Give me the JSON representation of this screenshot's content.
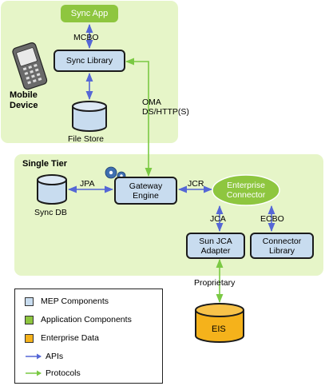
{
  "device": {
    "sync_app": "Sync App",
    "mcbo": "MCBO",
    "sync_library": "Sync Library",
    "mobile_device": [
      "Mobile",
      "Device"
    ],
    "file_store": "File Store"
  },
  "protocol_label": [
    "OMA",
    "DS/HTTP(S)"
  ],
  "tier": {
    "title": "Single Tier",
    "sync_db": "Sync DB",
    "jpa": "JPA",
    "gateway_engine": [
      "Gateway",
      "Engine"
    ],
    "jcr": "JCR",
    "enterprise_connector": [
      "Enterprise",
      "Connector"
    ],
    "jca": "JCA",
    "ecbo": "ECBO",
    "sun_jca_adapter": [
      "Sun JCA",
      "Adapter"
    ],
    "connector_library": [
      "Connector",
      "Library"
    ]
  },
  "proprietary": "Proprietary",
  "eis": "EIS",
  "legend": {
    "items": [
      {
        "label": "MEP Components",
        "kind": "swatch",
        "color": "#c8dcef"
      },
      {
        "label": "Application Components",
        "kind": "swatch",
        "color": "#8ec63f"
      },
      {
        "label": "Enterprise Data",
        "kind": "swatch",
        "color": "#f5b21b"
      },
      {
        "label": "APIs",
        "kind": "arrow",
        "color": "#5567d6"
      },
      {
        "label": "Protocols",
        "kind": "arrow",
        "color": "#7ac943"
      }
    ]
  },
  "colors": {
    "region": "#e6f5c8",
    "mep": "#c8dcef",
    "application": "#8ec63f",
    "enterprise": "#f5b21b",
    "api_arrow": "#5567d6",
    "protocol_arrow": "#7ac943"
  }
}
